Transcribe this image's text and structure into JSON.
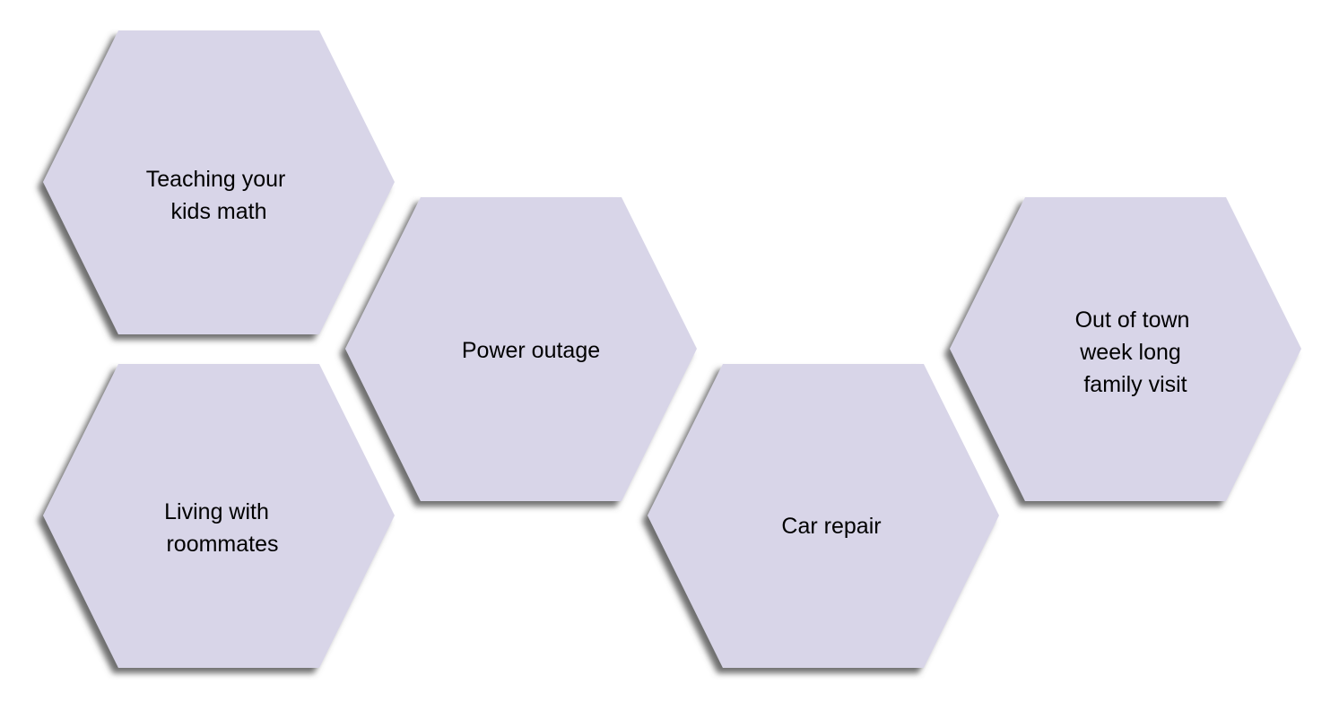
{
  "colors": {
    "hex_fill": "#d8d5e8",
    "hex_shadow": "#6e6e6e",
    "text": "#000000",
    "background": "#ffffff"
  },
  "hexagons": [
    {
      "id": "teaching",
      "lines": [
        "Teaching your",
        "kids math"
      ]
    },
    {
      "id": "living",
      "lines": [
        "Living with",
        "roommates"
      ]
    },
    {
      "id": "power",
      "lines": [
        "Power outage"
      ]
    },
    {
      "id": "car",
      "lines": [
        "Car repair"
      ]
    },
    {
      "id": "visit",
      "lines": [
        "Out of town",
        "week long",
        "family visit"
      ]
    }
  ]
}
